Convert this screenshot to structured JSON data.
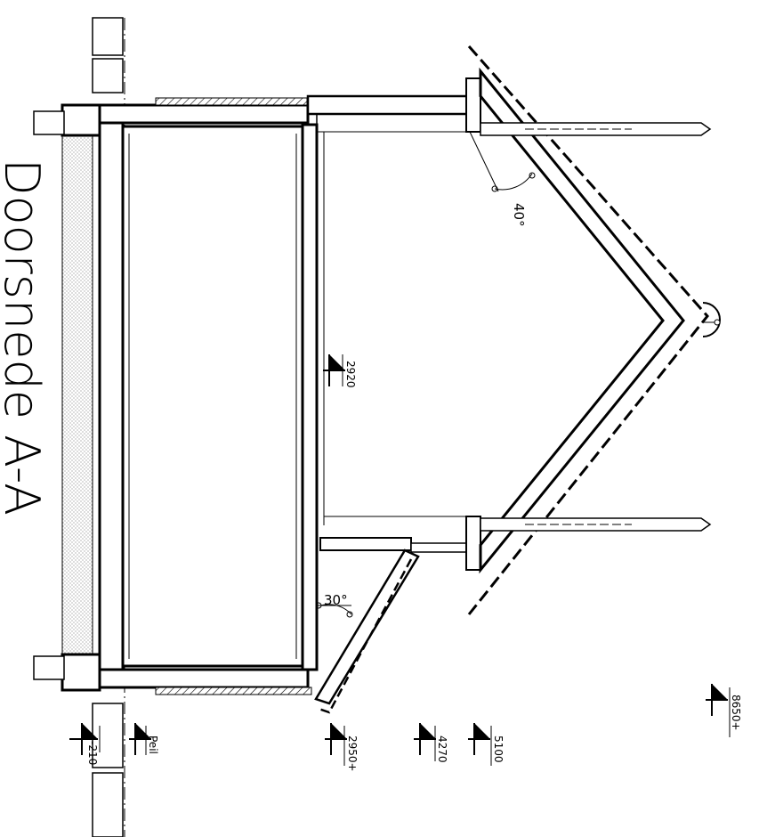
{
  "title": "Doorsnede A-A",
  "angles": {
    "roof_main": "40°",
    "roof_dormer": "30°"
  },
  "levels": [
    {
      "id": "level-marker-minus-210",
      "label": "-210"
    },
    {
      "id": "level-marker-peil",
      "label": "Peil"
    },
    {
      "id": "level-marker-2920",
      "label": "2920"
    },
    {
      "id": "level-marker-2950",
      "label": "2950+"
    },
    {
      "id": "level-marker-4270",
      "label": "4270"
    },
    {
      "id": "level-marker-5100",
      "label": "5100"
    },
    {
      "id": "level-marker-8650",
      "label": "8650+"
    }
  ],
  "colors": {
    "line": "#000000",
    "insulation": "#e8e8e8",
    "background": "#ffffff"
  }
}
